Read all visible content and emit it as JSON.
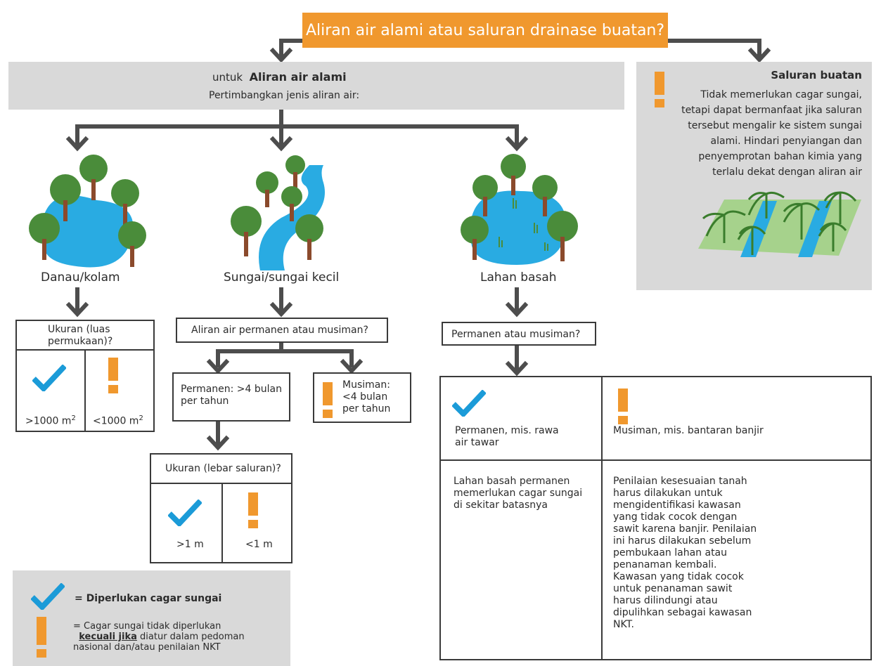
{
  "title_question": "Aliran air alami atau saluran drainase buatan?",
  "natural": {
    "prefix": "untuk",
    "title": "Aliran air alami",
    "subtitle": "Pertimbangkan jenis aliran air:"
  },
  "artificial": {
    "title": "Saluran buatan",
    "text": "Tidak memerlukan cagar sungai, tetapi dapat bermanfaat jika saluran tersebut mengalir ke sistem sungai alami. Hindari penyiangan dan penyemprotan bahan kimia yang terlalu dekat dengan aliran air"
  },
  "lake": {
    "label": "Danau/kolam",
    "question": "Ukuran (luas permukaan)?",
    "large": ">1000 m",
    "small": "<1000 m",
    "sup": "2"
  },
  "river": {
    "label": "Sungai/sungai kecil",
    "question": "Aliran air permanen atau musiman?",
    "permanent": "Permanen: >4 bulan per tahun",
    "seasonal": "Musiman: <4 bulan per tahun",
    "width_question": "Ukuran (lebar saluran)?",
    "wide": ">1 m",
    "narrow": "<1 m"
  },
  "wetland": {
    "label": "Lahan basah",
    "question": "Permanen atau musiman?",
    "permanent": "Permanen, mis. rawa air tawar",
    "seasonal": "Musiman, mis. bantaran banjir",
    "permanent_note": "Lahan basah permanen memerlukan cagar sungai di sekitar batasnya",
    "seasonal_note": "Penilaian kesesuaian tanah harus dilakukan untuk mengidentifikasi kawasan yang tidak cocok dengan sawit karena banjir. Penilaian ini harus dilakukan sebelum pembukaan lahan atau penanaman kembali. Kawasan yang tidak cocok untuk penanaman sawit harus dilindungi atau dipulihkan sebagai kawasan NKT."
  },
  "legend": {
    "required": "= Diperlukan cagar sungai",
    "not_required_pre": "= Cagar sungai tidak diperlukan",
    "unless": "kecuali jika",
    "not_required_post": "diatur dalam pedoman nasional dan/atau penilaian NKT"
  },
  "colors": {
    "orange": "#f0982e",
    "grey": "#d9d9d9",
    "water": "#29abe2",
    "tree": "#4a8c3a",
    "check": "#1b9bd8",
    "arrow": "#4d4d4d"
  },
  "icons": [
    "check-icon",
    "exclamation-icon",
    "arrow-down-icon",
    "tree-icon",
    "palm-icon"
  ]
}
